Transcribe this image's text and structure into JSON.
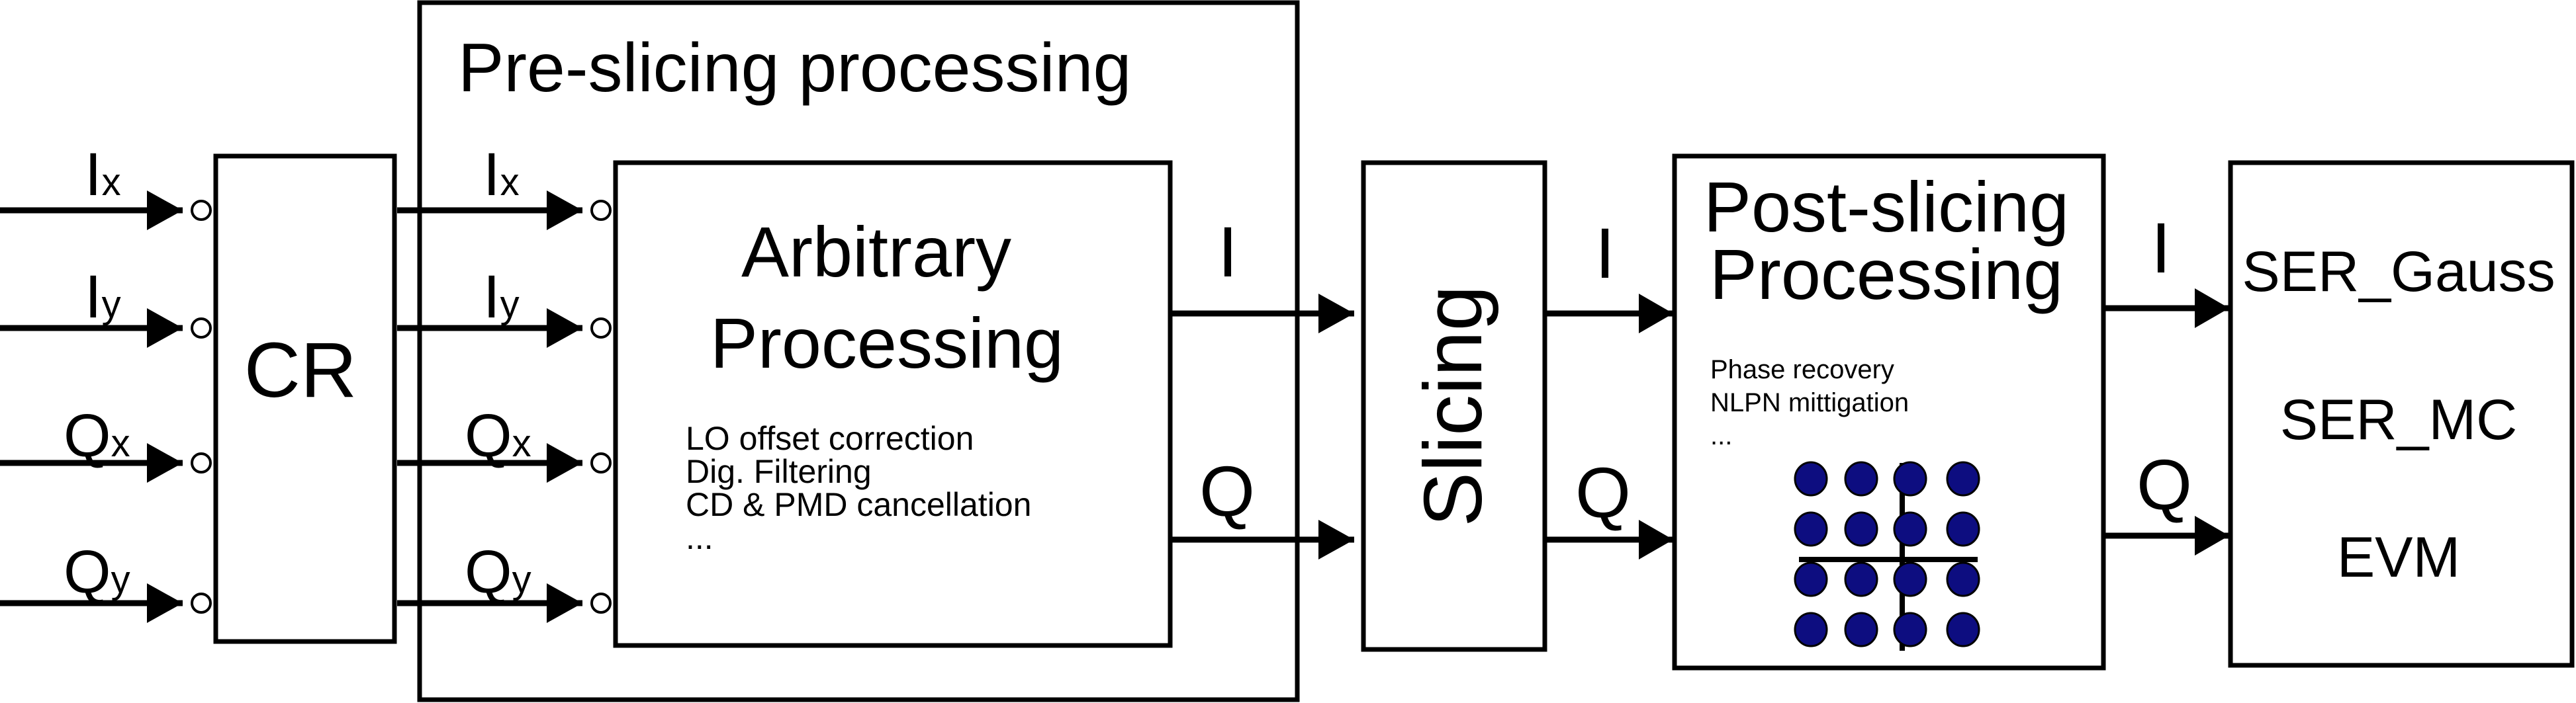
{
  "inputs": {
    "ix": {
      "main": "I",
      "sub": "x"
    },
    "iy": {
      "main": "I",
      "sub": "y"
    },
    "qx": {
      "main": "Q",
      "sub": "x"
    },
    "qy": {
      "main": "Q",
      "sub": "y"
    }
  },
  "cr": {
    "label": "CR"
  },
  "pre_slicing": {
    "title": "Pre-slicing processing"
  },
  "arbitrary": {
    "title_line1": "Arbitrary",
    "title_line2": "Processing",
    "items": [
      "LO offset correction",
      "Dig. Filtering",
      "CD & PMD cancellation",
      "..."
    ]
  },
  "signals": {
    "i": "I",
    "q": "Q"
  },
  "slicing": {
    "label": "Slicing"
  },
  "post_slicing": {
    "title_line1": "Post-slicing",
    "title_line2": "Processing",
    "items": [
      "Phase recovery",
      "NLPN mittigation",
      "..."
    ],
    "constellation_points": 16,
    "dot_color": "#0d0d80"
  },
  "metrics": {
    "items": [
      "SER_Gauss",
      "SER_MC",
      "EVM"
    ]
  }
}
